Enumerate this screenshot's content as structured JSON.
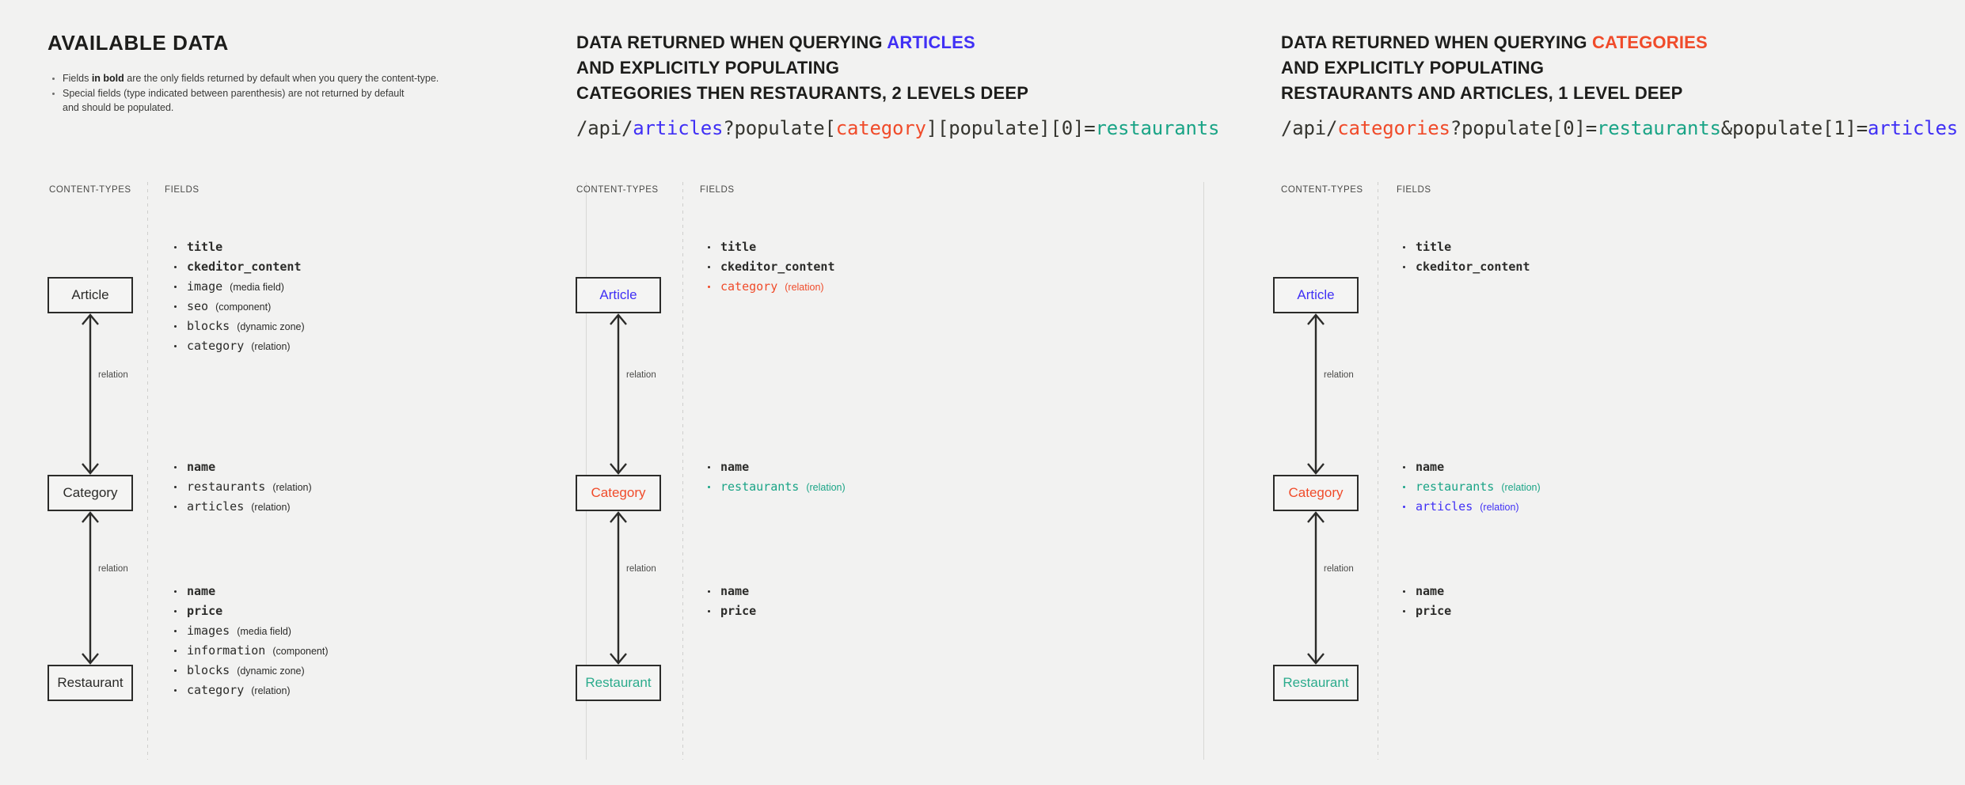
{
  "meta": {
    "background": "#f2f2f1",
    "accent_blue": "#4030f5",
    "accent_red": "#f04b2a",
    "accent_teal": "#1aa486"
  },
  "columns": {
    "content_types_caption": "CONTENT-TYPES",
    "fields_caption": "FIELDS",
    "relation_label": "relation"
  },
  "panels": [
    {
      "heading_lines": [
        {
          "parts": [
            {
              "text": "AVAILABLE DATA",
              "color": "default"
            }
          ]
        }
      ],
      "notes": [
        {
          "pre": "Fields ",
          "bold": "in bold",
          "post": " are the only fields returned by default when you query the content-type."
        },
        {
          "pre": "Special fields (type indicated between parenthesis) are not returned by default",
          "bold": "",
          "post": ""
        },
        {
          "pre": "and should be populated.",
          "bold": "",
          "post": "",
          "indent": true
        }
      ],
      "query": null,
      "entities": [
        {
          "label": "Article",
          "color": "default"
        },
        {
          "label": "Category",
          "color": "default"
        },
        {
          "label": "Restaurant",
          "color": "default"
        }
      ],
      "field_groups": [
        [
          {
            "name": "title",
            "type": "",
            "bold": true,
            "color": "default"
          },
          {
            "name": "ckeditor_content",
            "type": "",
            "bold": true,
            "color": "default"
          },
          {
            "name": "image",
            "type": "(media field)",
            "bold": false,
            "color": "default"
          },
          {
            "name": "seo",
            "type": "(component)",
            "bold": false,
            "color": "default"
          },
          {
            "name": "blocks",
            "type": "(dynamic zone)",
            "bold": false,
            "color": "default"
          },
          {
            "name": "category",
            "type": "(relation)",
            "bold": false,
            "color": "default"
          }
        ],
        [
          {
            "name": "name",
            "type": "",
            "bold": true,
            "color": "default"
          },
          {
            "name": "restaurants",
            "type": "(relation)",
            "bold": false,
            "color": "default"
          },
          {
            "name": "articles",
            "type": "(relation)",
            "bold": false,
            "color": "default"
          }
        ],
        [
          {
            "name": "name",
            "type": "",
            "bold": true,
            "color": "default"
          },
          {
            "name": "price",
            "type": "",
            "bold": true,
            "color": "default"
          },
          {
            "name": "images",
            "type": "(media field)",
            "bold": false,
            "color": "default"
          },
          {
            "name": "information",
            "type": "(component)",
            "bold": false,
            "color": "default"
          },
          {
            "name": "blocks",
            "type": "(dynamic zone)",
            "bold": false,
            "color": "default"
          },
          {
            "name": "category",
            "type": "(relation)",
            "bold": false,
            "color": "default"
          }
        ]
      ]
    },
    {
      "heading_lines": [
        {
          "parts": [
            {
              "text": "DATA RETURNED WHEN QUERYING ",
              "color": "default"
            },
            {
              "text": "ARTICLES",
              "color": "blue"
            }
          ]
        },
        {
          "parts": [
            {
              "text": "AND EXPLICITLY POPULATING",
              "color": "default"
            }
          ]
        },
        {
          "parts": [
            {
              "text": "CATEGORIES THEN RESTAURANTS, 2 LEVELS DEEP",
              "color": "default"
            }
          ]
        }
      ],
      "notes": [],
      "query": [
        {
          "text": "/api/",
          "color": "default"
        },
        {
          "text": "articles",
          "color": "blue"
        },
        {
          "text": "?populate[",
          "color": "default"
        },
        {
          "text": "category",
          "color": "red"
        },
        {
          "text": "][populate][0]=",
          "color": "default"
        },
        {
          "text": "restaurants",
          "color": "teal"
        }
      ],
      "entities": [
        {
          "label": "Article",
          "color": "blue"
        },
        {
          "label": "Category",
          "color": "red"
        },
        {
          "label": "Restaurant",
          "color": "teal"
        }
      ],
      "field_groups": [
        [
          {
            "name": "title",
            "type": "",
            "bold": true,
            "color": "default"
          },
          {
            "name": "ckeditor_content",
            "type": "",
            "bold": true,
            "color": "default"
          },
          {
            "name": "category",
            "type": "(relation)",
            "bold": false,
            "color": "red"
          }
        ],
        [
          {
            "name": "name",
            "type": "",
            "bold": true,
            "color": "default"
          },
          {
            "name": "restaurants",
            "type": "(relation)",
            "bold": false,
            "color": "teal"
          }
        ],
        [
          {
            "name": "name",
            "type": "",
            "bold": true,
            "color": "default"
          },
          {
            "name": "price",
            "type": "",
            "bold": true,
            "color": "default"
          }
        ]
      ]
    },
    {
      "heading_lines": [
        {
          "parts": [
            {
              "text": "DATA RETURNED WHEN QUERYING ",
              "color": "default"
            },
            {
              "text": "CATEGORIES",
              "color": "red"
            }
          ]
        },
        {
          "parts": [
            {
              "text": "AND EXPLICITLY POPULATING",
              "color": "default"
            }
          ]
        },
        {
          "parts": [
            {
              "text": "RESTAURANTS AND ARTICLES, 1 LEVEL DEEP",
              "color": "default"
            }
          ]
        }
      ],
      "notes": [],
      "query": [
        {
          "text": "/api/",
          "color": "default"
        },
        {
          "text": "categories",
          "color": "red"
        },
        {
          "text": "?populate[0]=",
          "color": "default"
        },
        {
          "text": "restaurants",
          "color": "teal"
        },
        {
          "text": "&populate[1]=",
          "color": "default"
        },
        {
          "text": "articles",
          "color": "blue"
        }
      ],
      "entities": [
        {
          "label": "Article",
          "color": "blue"
        },
        {
          "label": "Category",
          "color": "red"
        },
        {
          "label": "Restaurant",
          "color": "teal"
        }
      ],
      "field_groups": [
        [
          {
            "name": "title",
            "type": "",
            "bold": true,
            "color": "default"
          },
          {
            "name": "ckeditor_content",
            "type": "",
            "bold": true,
            "color": "default"
          }
        ],
        [
          {
            "name": "name",
            "type": "",
            "bold": true,
            "color": "default"
          },
          {
            "name": "restaurants",
            "type": "(relation)",
            "bold": false,
            "color": "teal"
          },
          {
            "name": "articles",
            "type": "(relation)",
            "bold": false,
            "color": "blue"
          }
        ],
        [
          {
            "name": "name",
            "type": "",
            "bold": true,
            "color": "default"
          },
          {
            "name": "price",
            "type": "",
            "bold": true,
            "color": "default"
          }
        ]
      ]
    }
  ]
}
